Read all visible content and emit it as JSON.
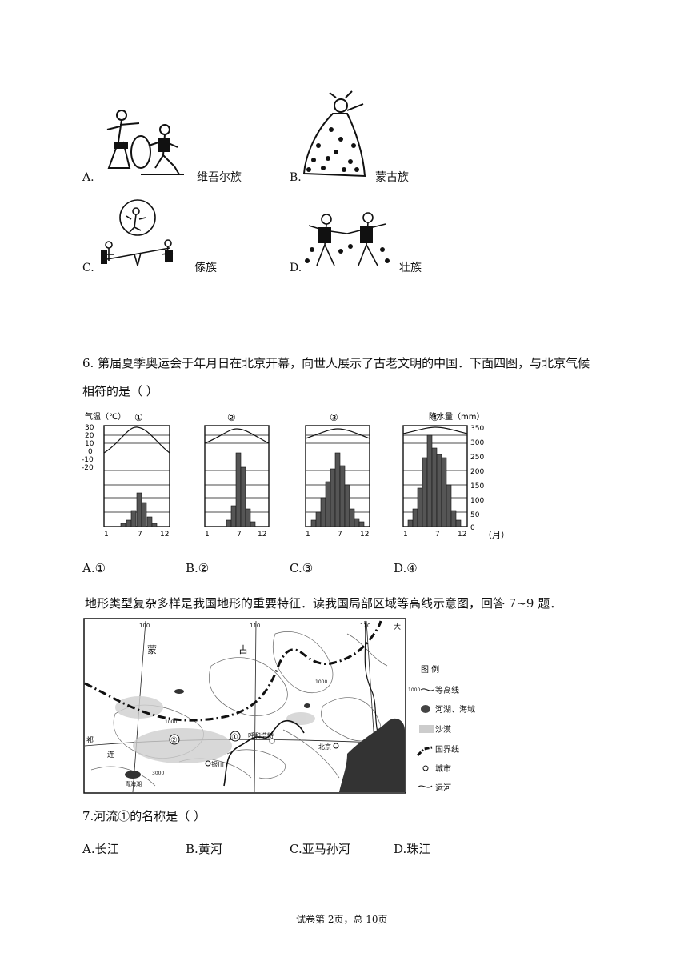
{
  "q5": {
    "options": [
      {
        "letter": "A.",
        "label": "维吾尔族"
      },
      {
        "letter": "B.",
        "label": "蒙古族"
      },
      {
        "letter": "C.",
        "label": "傣族"
      },
      {
        "letter": "D.",
        "label": "壮族"
      }
    ]
  },
  "q6": {
    "line1": "6.   第届夏季奥运会于年月日在北京开幕，向世人展示了古老文明的中国．下面四图，与北京气候",
    "line2": "相符的是（    ）",
    "chart_labels": {
      "temp_title": "气温（℃）",
      "precip_title": "降水量（mm）",
      "panels": [
        "①",
        "②",
        "③",
        "④"
      ],
      "temp_ticks": [
        "30",
        "20",
        "10",
        "0",
        "-10",
        "-20"
      ],
      "precip_ticks": [
        "350",
        "300",
        "250",
        "200",
        "150",
        "100",
        "50",
        "0"
      ],
      "x_ticks": [
        "1",
        "7",
        "12"
      ],
      "month_unit": "（月）"
    },
    "options": [
      {
        "letter": "A.",
        "label": "①"
      },
      {
        "letter": "B.",
        "label": "②"
      },
      {
        "letter": "C.",
        "label": "③"
      },
      {
        "letter": "D.",
        "label": "④"
      }
    ]
  },
  "intro79": "地形类型复杂多样是我国地形的重要特征．读我国局部区域等高线示意图，回答 7~9 题．",
  "map": {
    "labels": {
      "meng": "蒙",
      "gu": "古",
      "lon100": "100",
      "lon110": "110",
      "lon120": "120",
      "c1000a": "1000",
      "c1000b": "1000",
      "c3000": "3000",
      "huhehaote": "呼和浩特",
      "beijing": "北京",
      "yinchuan": "银川",
      "qinghai": "青海湖",
      "circle1": "①",
      "circle2": "②",
      "left1": "祁",
      "left2": "连",
      "da": "大"
    },
    "legend": {
      "title": "图  例",
      "items": [
        "等高线",
        "河湖、海域",
        "沙漠",
        "国界线",
        "城市",
        "运河"
      ],
      "contour_num": "1000"
    }
  },
  "q7": {
    "question": "7.河流①的名称是（    ）",
    "options": [
      {
        "letter": "A.",
        "label": "长江"
      },
      {
        "letter": "B.",
        "label": "黄河"
      },
      {
        "letter": "C.",
        "label": "亚马孙河"
      },
      {
        "letter": "D.",
        "label": "珠江"
      }
    ]
  },
  "footer": "试卷第 2页，总 10页"
}
